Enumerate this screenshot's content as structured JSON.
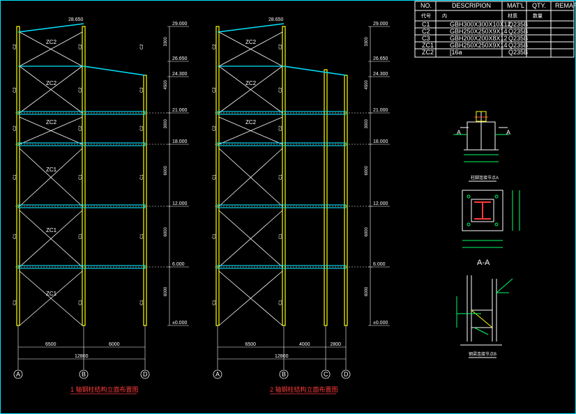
{
  "table": {
    "headers": [
      "NO.",
      "DESCRIPION",
      "MAT'L",
      "QTY.",
      "REMARK"
    ],
    "header_sub": [
      "代号",
      "内",
      "材质",
      "数量",
      ""
    ],
    "rows": [
      [
        "C1",
        "GBH300X300X10X12",
        "Q235B",
        "",
        ""
      ],
      [
        "C2",
        "GBH250X250X9X14",
        "Q235B",
        "",
        ""
      ],
      [
        "C3",
        "GBH200X200X8X12",
        "Q235B",
        "",
        ""
      ],
      [
        "ZC1",
        "GBH250X250X9X14",
        "Q235B",
        "",
        ""
      ],
      [
        "ZC2",
        "[16a",
        "Q235B",
        "",
        ""
      ]
    ]
  },
  "elev_left": {
    "levels": [
      "29.000",
      "26.650",
      "24.300",
      "21.000",
      "18.000",
      "12.000",
      "6.000",
      "±0.000"
    ],
    "top_level": "28.650",
    "dims_v": [
      "3300",
      "4500",
      "3000",
      "6000",
      "6000",
      "6000"
    ],
    "dims_h": [
      "6500",
      "6000"
    ],
    "total": "12800",
    "axes": [
      "A",
      "B",
      "D"
    ],
    "col_labels": [
      "C2",
      "C2",
      "C2",
      "C1",
      "C1",
      "C1"
    ],
    "brace_labels": [
      "ZC2",
      "ZC2",
      "ZC2",
      "ZC1",
      "ZC1",
      "ZC1"
    ],
    "title": "1 轴钢柱结构立面布置图"
  },
  "elev_right": {
    "levels": [
      "29.000",
      "26.650",
      "24.300",
      "21.000",
      "18.000",
      "12.000",
      "6.000",
      "±0.000"
    ],
    "top_level": "28.650",
    "dims_v": [
      "3300",
      "4500",
      "3000",
      "6000",
      "6000",
      "6000"
    ],
    "dims_h": [
      "6500",
      "4000",
      "2800"
    ],
    "total": "12800",
    "axes": [
      "A",
      "B",
      "C",
      "D"
    ],
    "title": "2 轴钢柱结构立面布置图"
  },
  "details": {
    "section_mark": "A",
    "section_label": "A-A",
    "detail1_title": "柱脚连接节点A",
    "detail2_title": "柱脚平面图",
    "detail3_title": "钢梁连接节点B"
  }
}
